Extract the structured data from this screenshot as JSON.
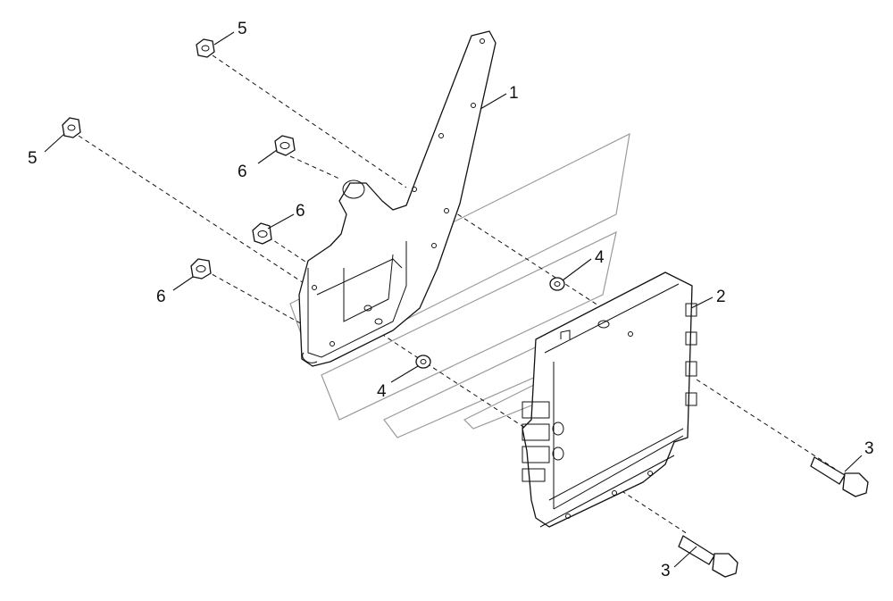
{
  "callouts": [
    {
      "id": "c1",
      "text": "1"
    },
    {
      "id": "c2",
      "text": "2"
    },
    {
      "id": "c3a",
      "text": "3"
    },
    {
      "id": "c3b",
      "text": "3"
    },
    {
      "id": "c4a",
      "text": "4"
    },
    {
      "id": "c4b",
      "text": "4"
    },
    {
      "id": "c5a",
      "text": "5"
    },
    {
      "id": "c5b",
      "text": "5"
    },
    {
      "id": "c6a",
      "text": "6"
    },
    {
      "id": "c6b",
      "text": "6"
    },
    {
      "id": "c6c",
      "text": "6"
    }
  ],
  "colors": {
    "line": "#111111",
    "watermark": "#9a9a9a",
    "background": "#ffffff"
  }
}
